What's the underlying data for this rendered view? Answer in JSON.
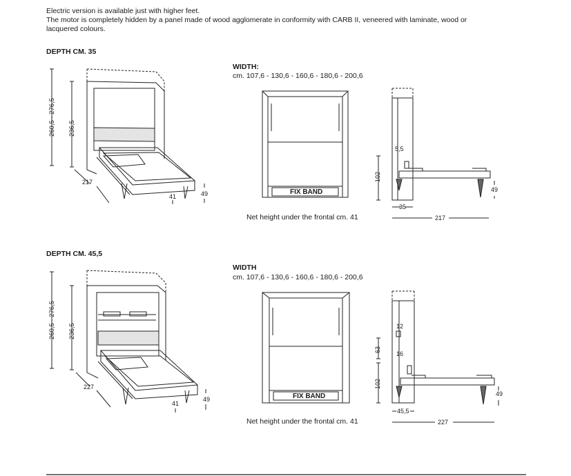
{
  "intro": {
    "line1": "Electric version is available just with higher feet.",
    "line2": "The motor is completely hidden by a panel made of wood agglomerate in conformity with CARB II, veneered with laminate, wood or",
    "line3": "lacquered colours."
  },
  "section35": {
    "heading": "DEPTH CM. 35",
    "height_range": "260,5 - 276,5",
    "height_inner": "236,5",
    "depth": "217",
    "leg_height": "41",
    "bed_height": "49",
    "width_heading": "WIDTH:",
    "width_list": "cm. 107,6 - 130,6 - 160,6 - 180,6 - 200,6",
    "fix_band": "FIX BAND",
    "net_height": "Net height under the frontal cm. 41",
    "side_top": "5,5",
    "side_height": "102",
    "side_bed": "49",
    "side_depth": "35",
    "side_length": "217"
  },
  "section455": {
    "heading": "DEPTH CM. 45,5",
    "height_range": "260,5 - 276,5",
    "height_inner": "236,5",
    "depth": "227",
    "leg_height": "41",
    "bed_height": "49",
    "width_heading": "WIDTH",
    "width_list": "cm. 107,6 - 130,6 - 160,6 - 180,6 - 200,6",
    "fix_band": "FIX BAND",
    "net_height": "Net height under the frontal cm. 41",
    "side_top": "12",
    "side_mid": "16",
    "side_upper": "63",
    "side_height": "102",
    "side_bed": "49",
    "side_depth": "45,5",
    "side_length": "227"
  }
}
